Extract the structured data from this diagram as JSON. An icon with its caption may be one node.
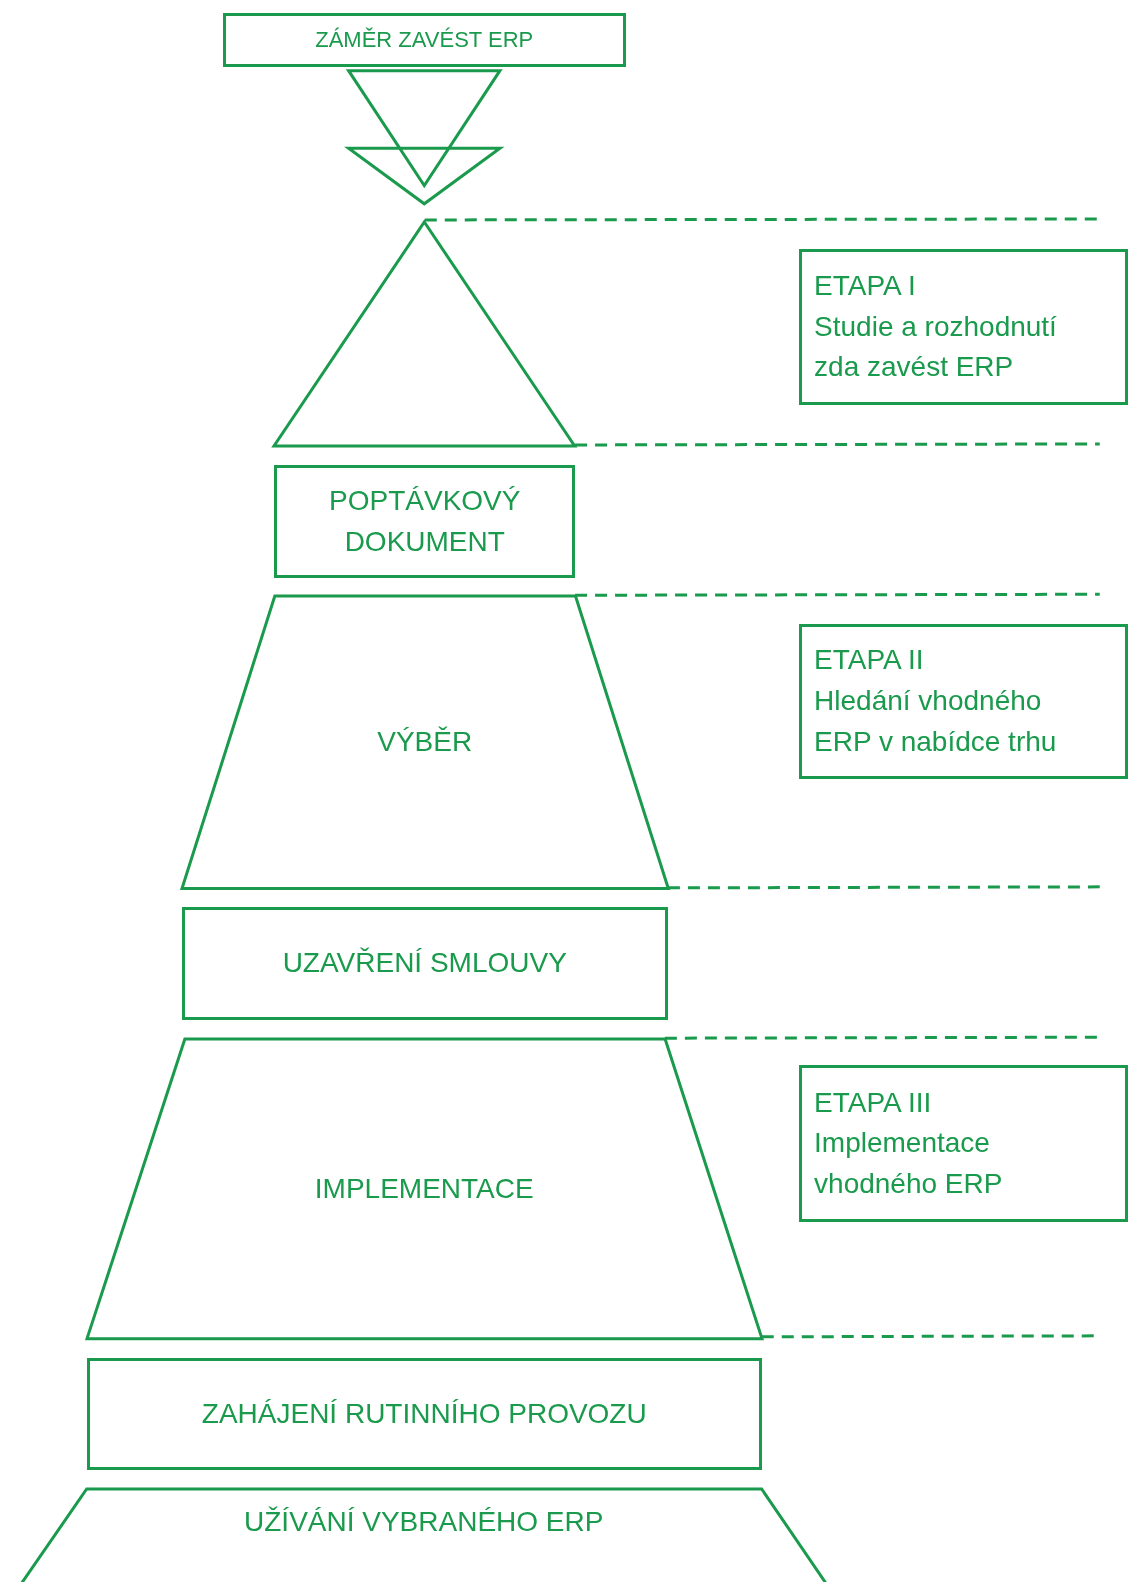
{
  "diagram": {
    "nodes": [
      {
        "text": [
          "ZÁMĚR ZAVÉST ERP"
        ]
      },
      {
        "text": [],
        "shape": "triangle"
      },
      {
        "text": [
          "POPTÁVKOVÝ DOKUMENT"
        ]
      },
      {
        "text": [
          "VÝBĚR"
        ]
      },
      {
        "text": [
          "UZAVŘENÍ SMLOUVY"
        ]
      },
      {
        "text": [
          "IMPLEMENTACE"
        ]
      },
      {
        "text": [
          "ZAHÁJENÍ RUTINNÍHO PROVOZU"
        ]
      },
      {
        "text": [
          "UŽÍVÁNÍ VYBRANÉHO ERP"
        ]
      },
      {
        "text": [
          "ETAPA I",
          "Studie a rozhodnutí zda zavést ERP"
        ]
      },
      {
        "text": [
          "ETAPA II",
          "Hledání vhodného ERP v nabídce trhu"
        ]
      },
      {
        "text": [
          "ETAPA III",
          "Implementace vhodného ERP"
        ]
      }
    ],
    "edges": [
      {
        "from": 0,
        "to": 1,
        "arrow": "to"
      }
    ]
  }
}
